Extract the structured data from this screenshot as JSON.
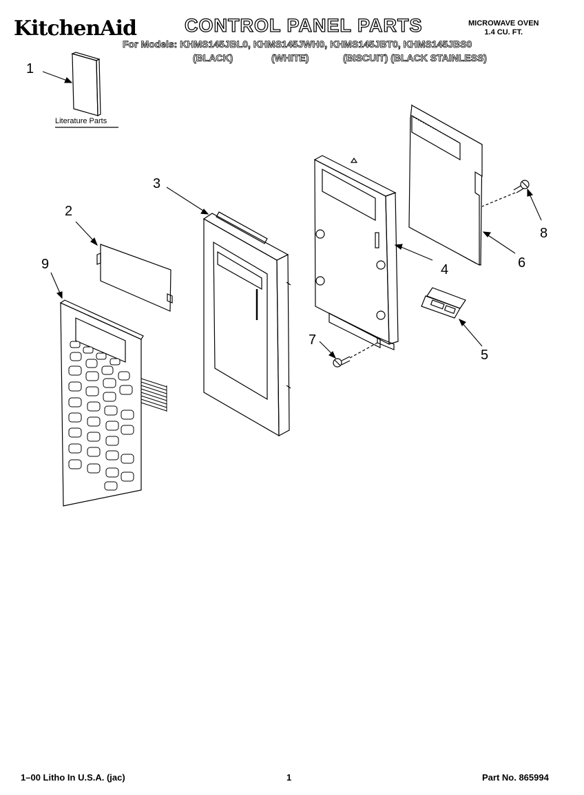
{
  "header": {
    "brand": "KitchenAid",
    "title": "CONTROL PANEL PARTS",
    "product_line1": "MICROWAVE OVEN",
    "product_line2": "1.4 CU. FT.",
    "models": "For Models: KHMS145JBL0, KHMS145JWH0, KHMS145JBT0, KHMS145JBS0",
    "finishes": [
      "(BLACK)",
      "(WHITE)",
      "(BISCUIT) (BLACK STAINLESS)"
    ]
  },
  "diagram": {
    "literature_label": "Literature Parts",
    "callouts": [
      "1",
      "2",
      "3",
      "4",
      "5",
      "6",
      "7",
      "8",
      "9"
    ]
  },
  "footer": {
    "litho": "1–00 Litho In U.S.A. (jac)",
    "page": "1",
    "part_no": "Part No. 865994"
  }
}
